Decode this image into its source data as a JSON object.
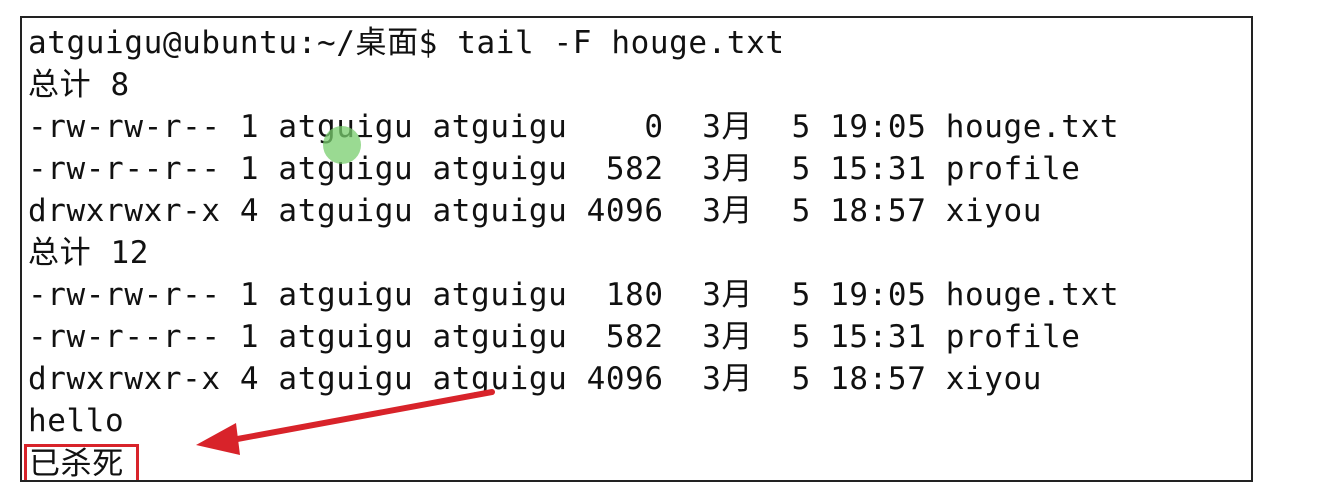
{
  "terminal": {
    "lines": [
      "atguigu@ubuntu:~/桌面$ tail -F houge.txt",
      "总计 8",
      "-rw-rw-r-- 1 atguigu atguigu    0  3月  5 19:05 houge.txt",
      "-rw-r--r-- 1 atguigu atguigu  582  3月  5 15:31 profile",
      "drwxrwxr-x 4 atguigu atguigu 4096  3月  5 18:57 xiyou",
      "总计 12",
      "-rw-rw-r-- 1 atguigu atguigu  180  3月  5 19:05 houge.txt",
      "-rw-r--r-- 1 atguigu atguigu  582  3月  5 15:31 profile",
      "drwxrwxr-x 4 atguigu atguigu 4096  3月  5 18:57 xiyou",
      "hello",
      "已杀死"
    ]
  },
  "annotation": {
    "highlight_color": "#d8232a",
    "cursor_color": "#78cd6e"
  }
}
